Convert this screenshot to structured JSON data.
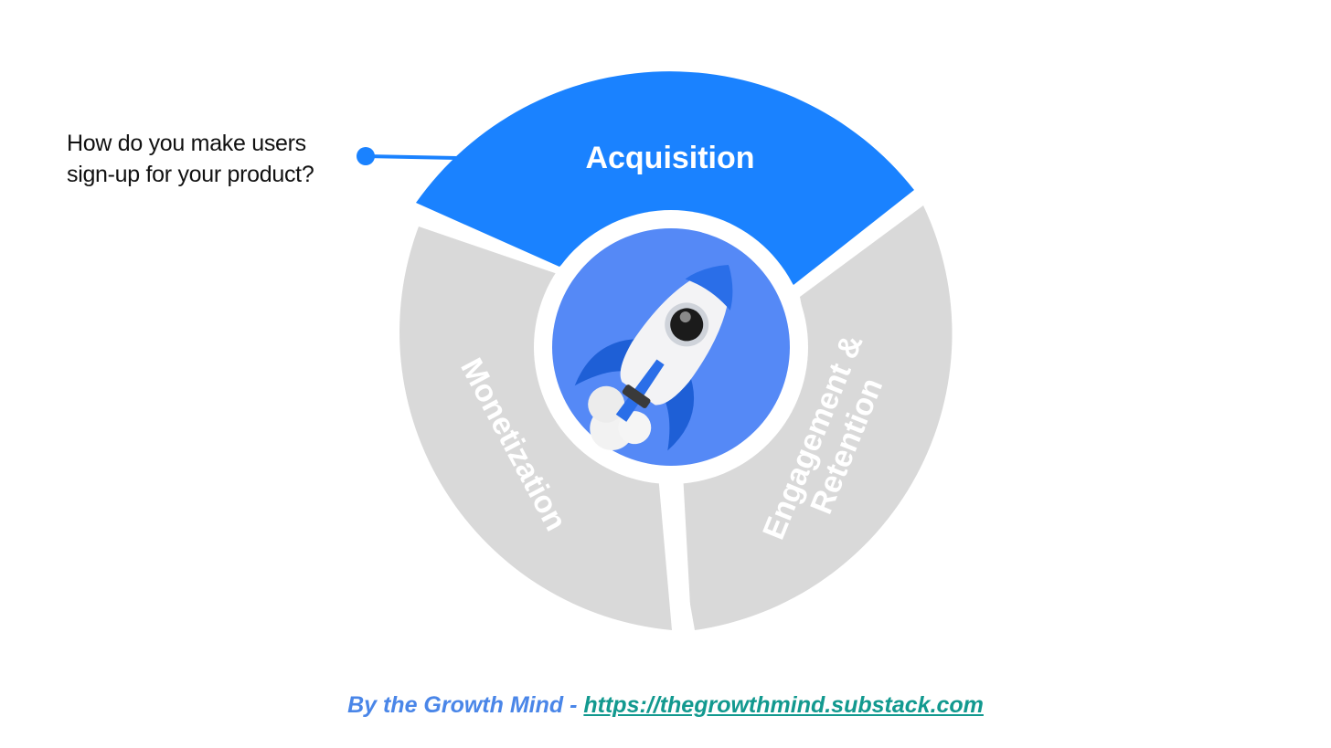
{
  "diagram": {
    "center_icon": "rocket-icon",
    "segments": [
      {
        "id": "acquisition",
        "label": "Acquisition",
        "active": true,
        "color": "#1a82ff"
      },
      {
        "id": "engagement",
        "label_lines": [
          "Engagement &",
          "Retention"
        ],
        "active": false,
        "color": "#d9d9d9"
      },
      {
        "id": "monetization",
        "label": "Monetization",
        "active": false,
        "color": "#d9d9d9"
      }
    ],
    "center_color": "#5589f6"
  },
  "callout": {
    "line1": "How do you make users",
    "line2": "sign-up for your product?"
  },
  "footer": {
    "byline": "By the Growth Mind - ",
    "link_text": "https://thegrowthmind.substack.com"
  },
  "colors": {
    "accent": "#1a82ff",
    "inactive": "#d9d9d9",
    "footer_text": "#4a86e8",
    "link": "#12998f"
  }
}
